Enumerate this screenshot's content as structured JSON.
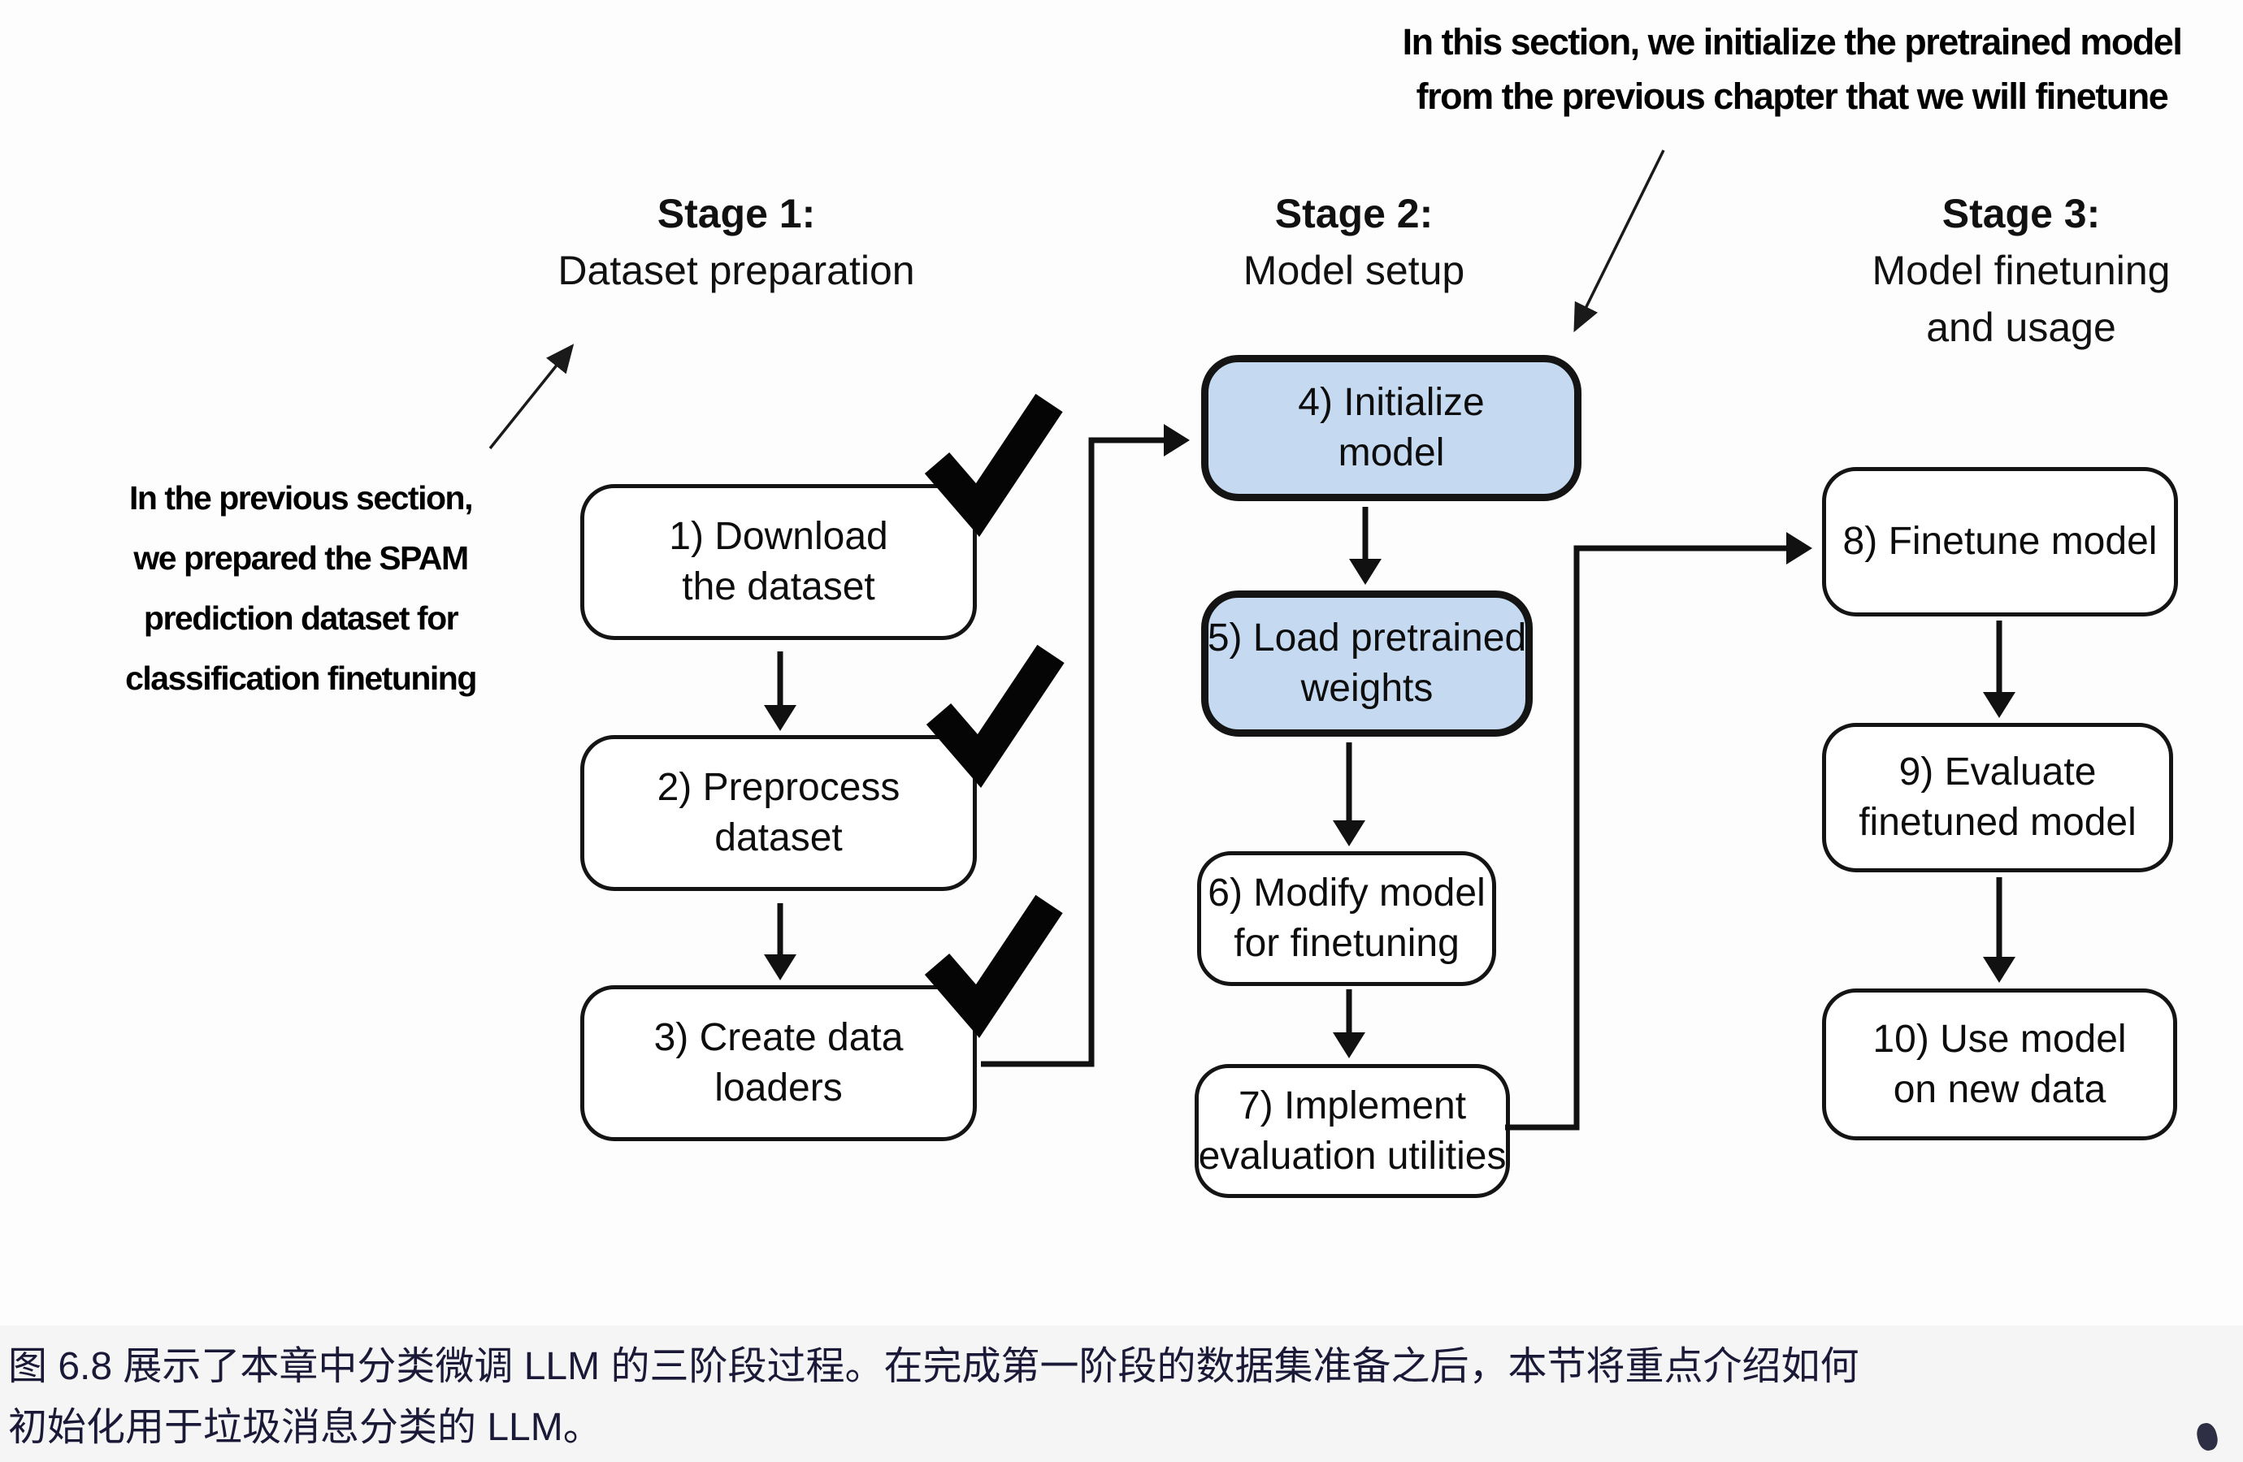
{
  "figure": {
    "caption_lines": [
      "图 6.8 展示了本章中分类微调 LLM 的三阶段过程。在完成第一阶段的数据集准备之后，本节将重点介绍如何",
      "初始化用于垃圾消息分类的 LLM。"
    ],
    "colors": {
      "highlight_fill": "#c5d9f1",
      "box_fill": "#ffffff",
      "line_color": "#111111",
      "caption_text": "#1a1a38",
      "caption_band": "#f6f5f5"
    }
  },
  "annotations": {
    "previous_section": {
      "lines": [
        "In the previous section,",
        "we prepared the SPAM",
        "prediction dataset for",
        "classification finetuning"
      ]
    },
    "this_section": {
      "lines": [
        "In this section, we initialize the pretrained model",
        "from the previous chapter that we will finetune"
      ]
    }
  },
  "stages": [
    {
      "title": "Stage 1:",
      "subtitle_lines": [
        "Dataset preparation"
      ]
    },
    {
      "title": "Stage 2:",
      "subtitle_lines": [
        "Model setup"
      ]
    },
    {
      "title": "Stage 3:",
      "subtitle_lines": [
        "Model finetuning",
        "and usage"
      ]
    }
  ],
  "boxes": [
    {
      "num": 1,
      "lines": [
        "1) Download",
        "the dataset"
      ],
      "highlighted": false,
      "completed": true
    },
    {
      "num": 2,
      "lines": [
        "2) Preprocess",
        "dataset"
      ],
      "highlighted": false,
      "completed": true
    },
    {
      "num": 3,
      "lines": [
        "3) Create data",
        "loaders"
      ],
      "highlighted": false,
      "completed": true
    },
    {
      "num": 4,
      "lines": [
        "4) Initialize",
        "model"
      ],
      "highlighted": true,
      "completed": false
    },
    {
      "num": 5,
      "lines": [
        "5) Load pretrained",
        "weights"
      ],
      "highlighted": true,
      "completed": false
    },
    {
      "num": 6,
      "lines": [
        "6) Modify model",
        "for finetuning"
      ],
      "highlighted": false,
      "completed": false
    },
    {
      "num": 7,
      "lines": [
        "7) Implement",
        "evaluation utilities"
      ],
      "highlighted": false,
      "completed": false
    },
    {
      "num": 8,
      "lines": [
        "8) Finetune model"
      ],
      "highlighted": false,
      "completed": false
    },
    {
      "num": 9,
      "lines": [
        "9) Evaluate",
        "finetuned model"
      ],
      "highlighted": false,
      "completed": false
    },
    {
      "num": 10,
      "lines": [
        "10) Use model",
        "on new data"
      ],
      "highlighted": false,
      "completed": false
    }
  ]
}
